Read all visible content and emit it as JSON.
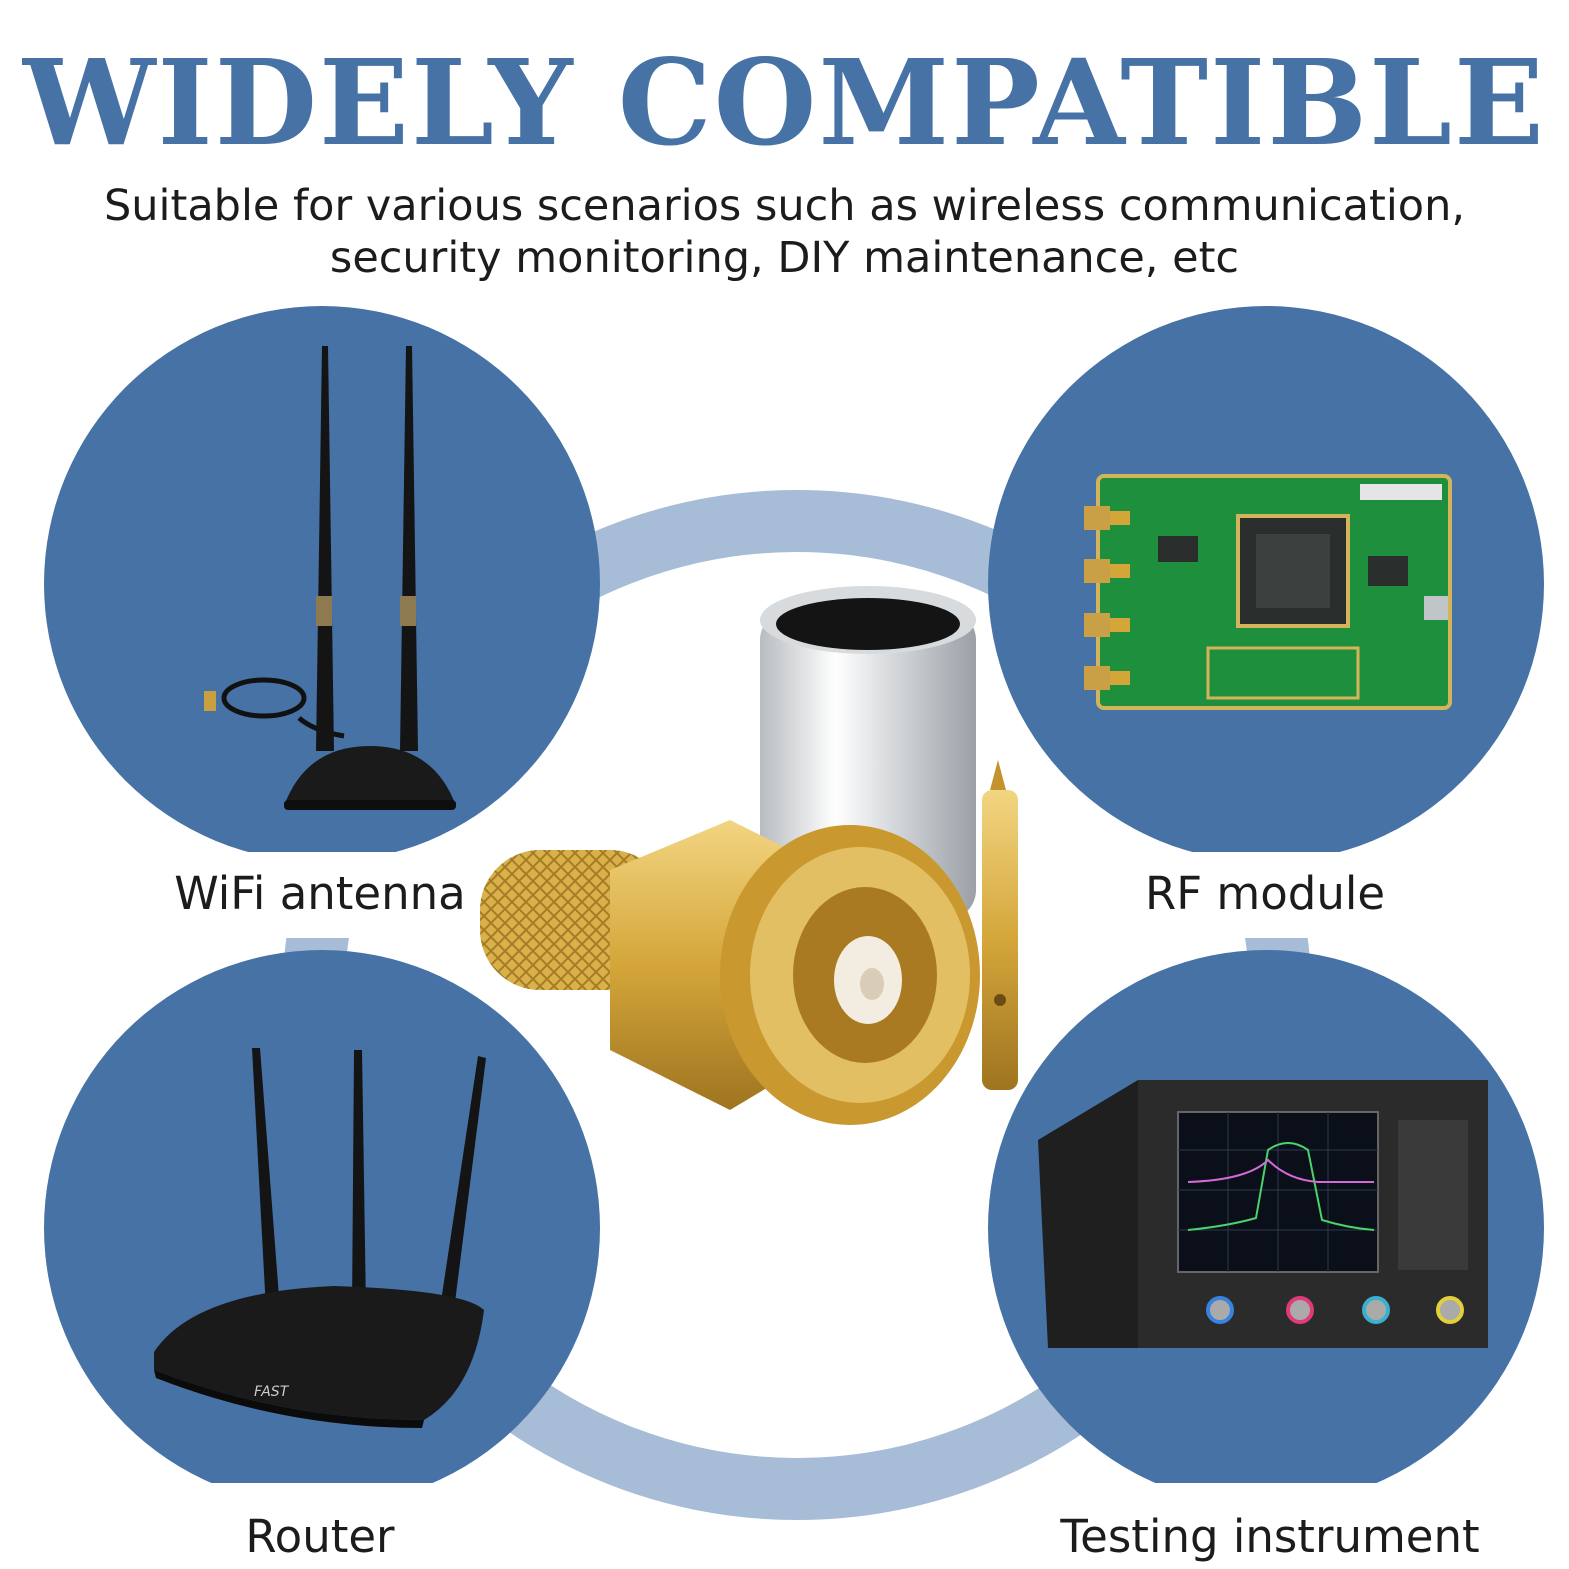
{
  "header": {
    "title": "WIDELY COMPATIBLE",
    "subtitle_line1": "Suitable for various scenarios such as wireless communication,",
    "subtitle_line2": "security monitoring, DIY maintenance, etc"
  },
  "scenarios": [
    {
      "label": "WiFi antenna"
    },
    {
      "label": "RF module"
    },
    {
      "label": "Router"
    },
    {
      "label": "Testing instrument"
    }
  ],
  "theme": {
    "accent": "#4672a6",
    "ring": "#a7bcd6",
    "gold": "#d4a63a",
    "text": "#1c1c1c"
  },
  "icons": {
    "wifi": "wifi-antenna-icon",
    "rf": "rf-module-board-icon",
    "router": "router-icon",
    "instrument": "network-analyzer-icon",
    "product": "sma-connector-icon"
  }
}
